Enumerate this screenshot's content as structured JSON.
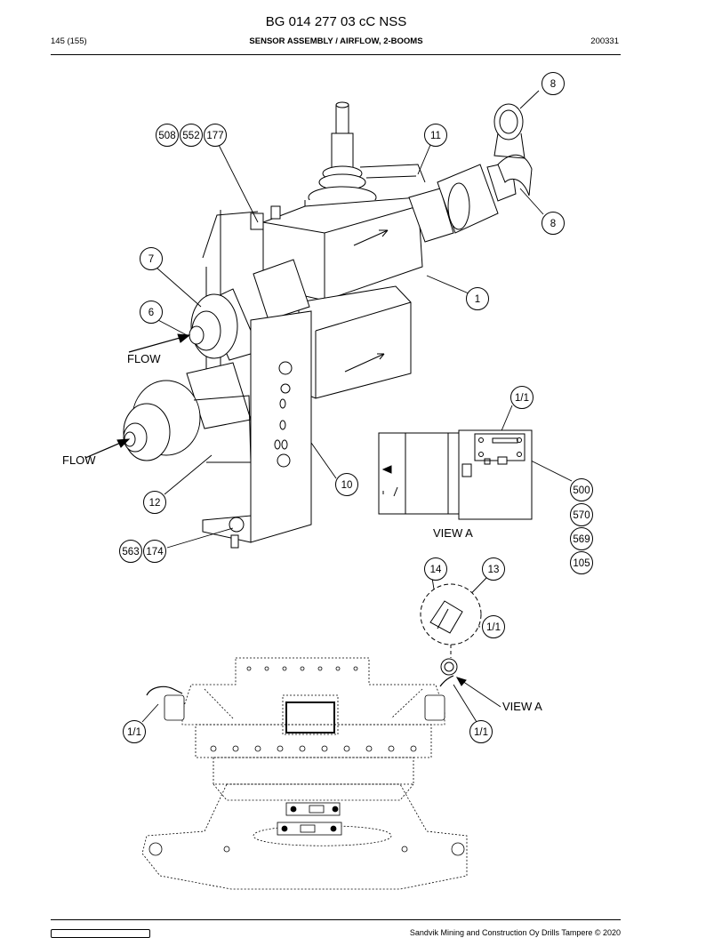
{
  "header": {
    "doc_number": "BG 014 277 03 cC NSS",
    "page": "145 (155)",
    "section_title": "SENSOR ASSEMBLY / AIRFLOW, 2-BOOMS",
    "date_code": "200331"
  },
  "callouts": {
    "c8_top": "8",
    "c8_bottom": "8",
    "c508": "508",
    "c552": "552",
    "c177": "177",
    "c11": "11",
    "c7": "7",
    "c6": "6",
    "c1": "1",
    "c1_1_view": "1/1",
    "c10": "10",
    "c12": "12",
    "c500": "500",
    "c570": "570",
    "c569": "569",
    "c105": "105",
    "c563": "563",
    "c174": "174",
    "c14": "14",
    "c13": "13",
    "c1_1_detail": "1/1",
    "c1_1_left": "1/1",
    "c1_1_right": "1/1"
  },
  "labels": {
    "flow_upper": "FLOW",
    "flow_lower": "FLOW",
    "view_a_caption": "VIEW A",
    "view_a_pointer": "VIEW A"
  },
  "footer": {
    "copyright": "Sandvik Mining and Construction Oy Drills Tampere © 2020"
  }
}
